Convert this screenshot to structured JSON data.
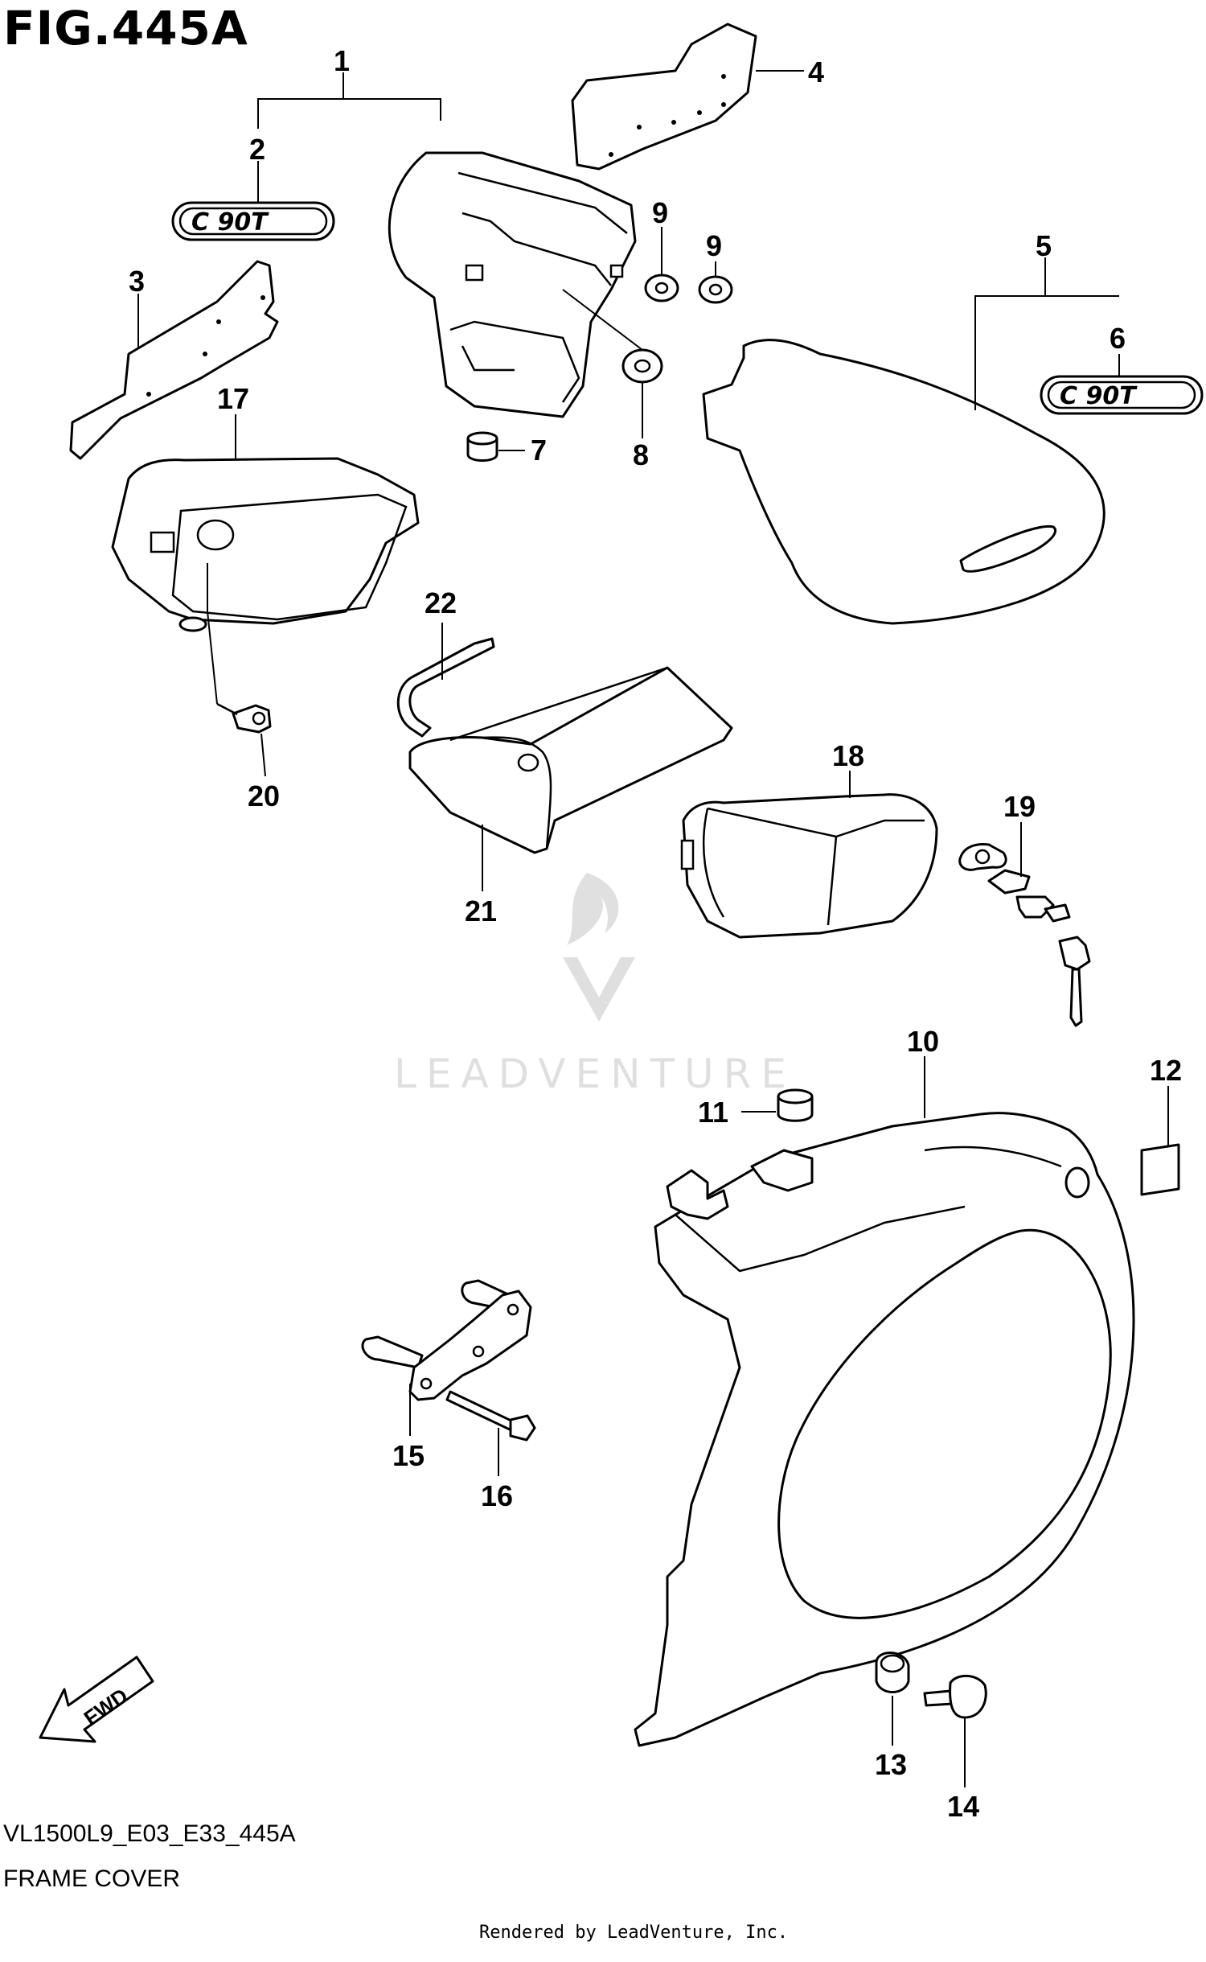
{
  "figure": {
    "title": "FIG.445A",
    "model_code": "VL1500L9_E03_E33_445A",
    "caption": "FRAME COVER",
    "rendered_by": "Rendered by LeadVenture, Inc."
  },
  "watermark": {
    "text": "LEADVENTURE"
  },
  "direction_marker": {
    "label": "FWD"
  },
  "badges": [
    {
      "text": "C 90T"
    },
    {
      "text": "C 90T"
    }
  ],
  "callouts": [
    "1",
    "2",
    "3",
    "4",
    "5",
    "6",
    "7",
    "8",
    "9",
    "9",
    "10",
    "11",
    "12",
    "13",
    "14",
    "15",
    "16",
    "17",
    "18",
    "19",
    "20",
    "21",
    "22"
  ]
}
